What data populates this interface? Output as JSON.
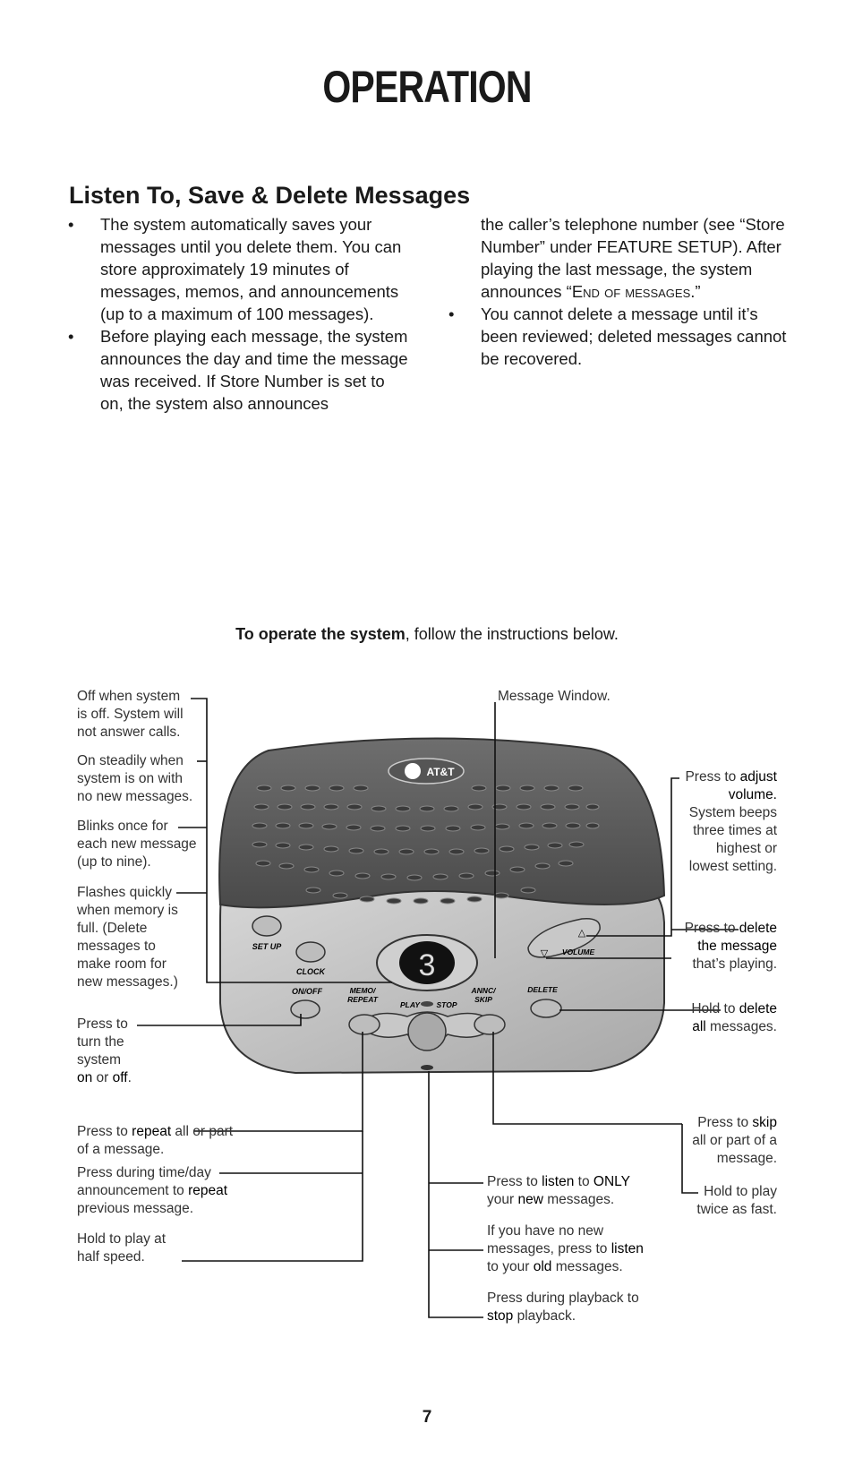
{
  "page": {
    "title": "OPERATION",
    "section_title": "Listen To, Save & Delete Messages",
    "page_number": "7"
  },
  "bullets": {
    "b1": "The system automatically saves your messages until you delete them.  You can store approximately 19 minutes of messages, memos, and announcements (up to a maximum of 100 messages).",
    "b2": "Before playing each message, the system announces the day and time the message was received.  If Store Number is set to on, the system also announces",
    "b2_cont_a": "the caller’s telephone number (see “Store Number” under FEATURE SETUP).  After playing the last message, the system announces “",
    "b2_cont_sc": "End of messages",
    "b2_cont_b": ".”",
    "b3": "You cannot delete a message until it’s been reviewed; deleted messages cannot be recovered.",
    "bullet_char": "•"
  },
  "intro": {
    "bold": "To operate the system",
    "rest": ", follow the instructions below."
  },
  "device": {
    "brand": "AT&T",
    "display_digit": "3",
    "buttons": {
      "set_up": "SET UP",
      "clock": "CLOCK",
      "on_off": "ON/OFF",
      "memo_repeat_1": "MEMO/",
      "memo_repeat_2": "REPEAT",
      "play": "PLAY",
      "stop": "STOP",
      "annc_skip_1": "ANNC/",
      "annc_skip_2": "SKIP",
      "delete": "DELETE",
      "volume": "VOLUME",
      "vol_up": "△",
      "vol_down": "▽"
    }
  },
  "callouts": {
    "off": "Off when system is off. System will not answer calls.",
    "steady": "On steadily when system is on with no new messages.",
    "blinks": "Blinks once for each new message (up to nine).",
    "flashes": "Flashes quickly when memory is full.  (Delete messages to make room for new messages.)",
    "onoff_a": "Press to turn the system ",
    "onoff_on": "on",
    "onoff_b": " or ",
    "onoff_off": "off",
    "onoff_c": ".",
    "repeat1_a": "Press to ",
    "repeat1_k": "repeat",
    "repeat1_b": " all or part of a message.",
    "repeat2_a": "Press during time/day announcement to ",
    "repeat2_k": "repeat",
    "repeat2_b": " previous message.",
    "half": "Hold to play at half speed.",
    "window": "Message Window.",
    "vol_a": "Press to ",
    "vol_k": "adjust volume.",
    "vol_b": "System beeps three times at highest or lowest setting.",
    "del_a": "Press to ",
    "del_k": "delete the message",
    "del_b": " that’s playing.",
    "delall_a": "Hold to ",
    "delall_k": "delete all",
    "delall_b": " messages.",
    "skip_a": "Press to ",
    "skip_k": "skip",
    "skip_b": " all or part of a message.",
    "fast": "Hold to play twice as fast.",
    "listen1_a": "Press to ",
    "listen1_k": "listen",
    "listen1_b": " to ",
    "listen1_k2": "ONLY",
    "listen1_c": " your ",
    "listen1_k3": "new",
    "listen1_d": " messages.",
    "listen2_a": "If you have no new messages, press to ",
    "listen2_k": "listen",
    "listen2_b": " to your ",
    "listen2_k2": "old",
    "listen2_c": " messages.",
    "stop_a": "Press during playback to ",
    "stop_k": "stop",
    "stop_b": " playback."
  }
}
